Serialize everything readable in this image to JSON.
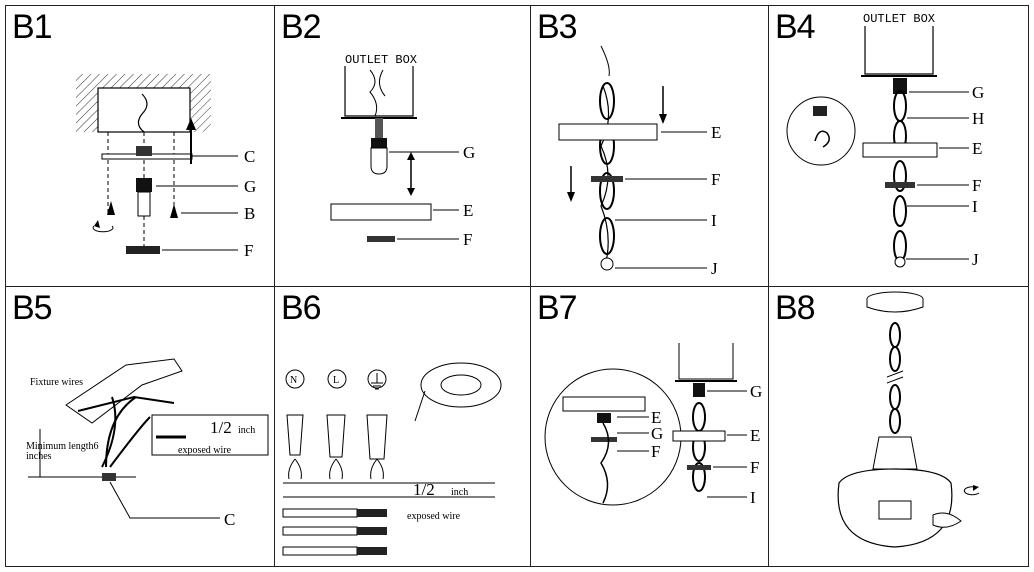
{
  "steps": [
    {
      "id": "B1",
      "labels": {
        "c": "C",
        "g": "G",
        "b": "B",
        "f": "F"
      }
    },
    {
      "id": "B2",
      "box": "OUTLET BOX",
      "labels": {
        "g": "G",
        "e": "E",
        "f": "F"
      }
    },
    {
      "id": "B3",
      "labels": {
        "e": "E",
        "f": "F",
        "i": "I",
        "j": "J"
      }
    },
    {
      "id": "B4",
      "box": "OUTLET BOX",
      "labels": {
        "g": "G",
        "h": "H",
        "e": "E",
        "f": "F",
        "i": "I",
        "j": "J"
      }
    },
    {
      "id": "B5",
      "fixture_wires": "Fixture wires",
      "min_length": "Minimum length6",
      "inches": "inches",
      "half": "1/2",
      "inch": "inch",
      "exposed": "exposed wire",
      "c": "C"
    },
    {
      "id": "B6",
      "n": "N",
      "l": "L",
      "half": "1/2",
      "inch": "inch",
      "exposed": "exposed wire"
    },
    {
      "id": "B7",
      "labels": {
        "g": "G",
        "e": "E",
        "f": "F",
        "i": "I",
        "ce": "E",
        "cg": "G",
        "cf": "F"
      }
    },
    {
      "id": "B8"
    }
  ]
}
